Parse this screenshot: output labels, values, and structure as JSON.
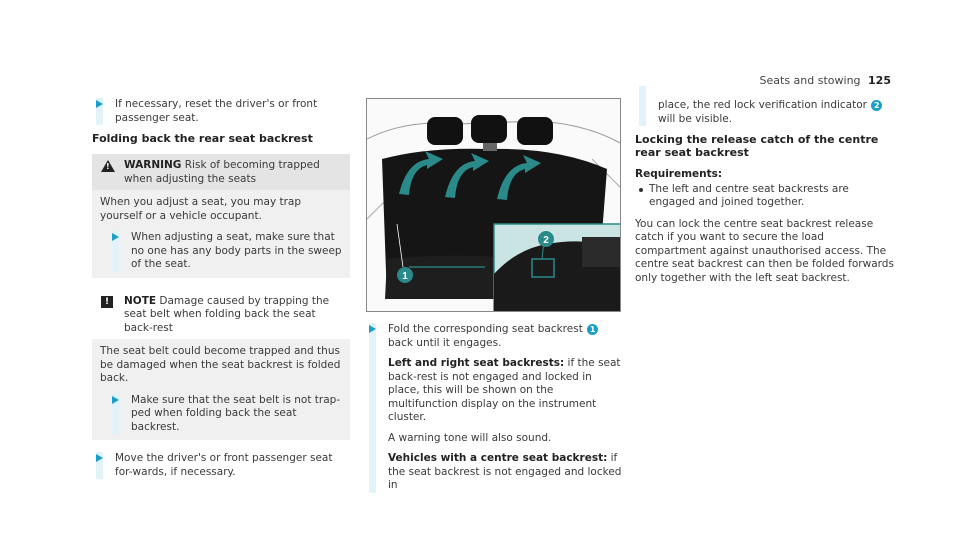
{
  "header": {
    "section": "Seats and stowing",
    "page": "125"
  },
  "col1": {
    "step1": "If necessary, reset the driver's or front passenger seat.",
    "heading": "Folding back the rear seat backrest",
    "warning": {
      "keyword": "WARNING",
      "title": "Risk of becoming trapped when adjusting the seats",
      "body": "When you adjust a seat, you may trap yourself or a vehicle occupant.",
      "step": "When adjusting a seat, make sure that no one has any body parts in the sweep of the seat."
    },
    "note": {
      "keyword": "NOTE",
      "title": "Damage caused by trapping the seat belt when folding back the seat back-rest",
      "body": "The seat belt could become trapped and thus be damaged when the seat backrest is folded back.",
      "step": "Make sure that the seat belt is not trap-ped when folding back the seat backrest."
    },
    "step2": "Move the driver's or front passenger seat for-wards, if necessary."
  },
  "col2": {
    "step_pre": "Fold the corresponding seat backrest",
    "step_callout": "1",
    "step_post": "back until it engages.",
    "lr_label": "Left and right seat backrests:",
    "lr_text": "if the seat back-rest is not engaged and locked in place, this will be shown on the multifunction display on the instrument cluster.",
    "sound": "A warning tone will also sound.",
    "centre_label": "Vehicles with a centre seat backrest:",
    "centre_text": "if the seat backrest is not engaged and locked in"
  },
  "col3": {
    "cont_pre": "place, the red lock verification indicator",
    "cont_callout": "2",
    "cont_post": "will be visible.",
    "heading": "Locking the release catch of the centre rear seat backrest",
    "req_title": "Requirements:",
    "req_item": "The left and centre seat backrests are engaged and joined together.",
    "body": "You can lock the centre seat backrest release catch if you want to secure the load compartment against unauthorised access. The centre seat backrest can then be folded forwards only together with the left seat backrest."
  },
  "figure": {
    "callout1": "1",
    "callout2": "2"
  },
  "colors": {
    "accent": "#1a9fc8",
    "step_bar": "#e1f2f8",
    "figure_highlight": "#2a8a8a"
  }
}
